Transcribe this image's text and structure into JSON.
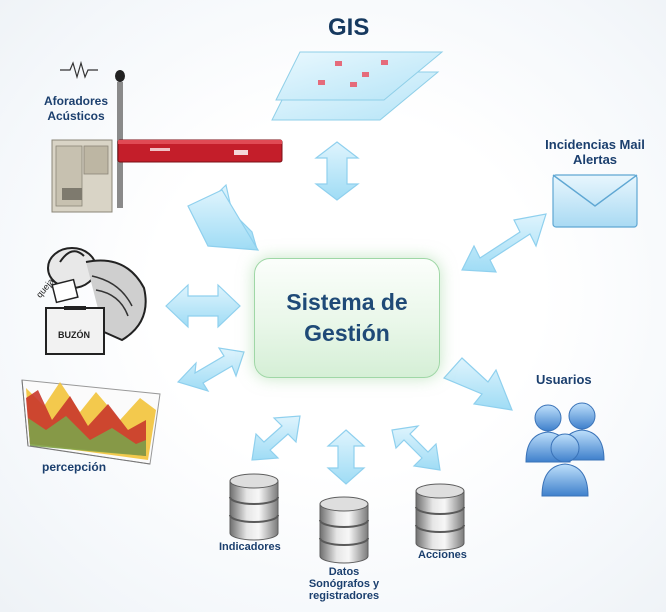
{
  "diagram": {
    "center": {
      "title": "Sistema de\nGestión"
    },
    "gis": {
      "label": "GIS"
    },
    "aforadores": {
      "label_line1": "Aforadores",
      "label_line2": "Acústicos"
    },
    "mail": {
      "label_line1": "Incidencias Mail",
      "label_line2": "Alertas"
    },
    "usuarios": {
      "label": "Usuarios"
    },
    "percepcion": {
      "label": "percepción"
    },
    "buzon": {
      "sign_text": "BUZÓN",
      "note_text": "queja"
    },
    "indicadores": {
      "label": "Indicadores"
    },
    "datos": {
      "label_line1": "Datos",
      "label_line2": "Sonógrafos y",
      "label_line3": "registradores"
    },
    "acciones": {
      "label": "Acciones"
    }
  },
  "colors": {
    "arrow_fill": "#b9e6f8",
    "arrow_stroke": "#8fd0ee",
    "label_text": "#1b3f6e",
    "center_fill": "#e3f4e3",
    "device_red": "#c41e2a",
    "envelope_blue": "#bfe3f6",
    "user_blue": "#4d8ed6"
  },
  "icons": [
    "gis-map-layers-icon",
    "sound-level-meter-icon",
    "mail-envelope-icon",
    "users-group-icon",
    "complaint-box-icon",
    "perception-chart-icon",
    "database-icon"
  ]
}
